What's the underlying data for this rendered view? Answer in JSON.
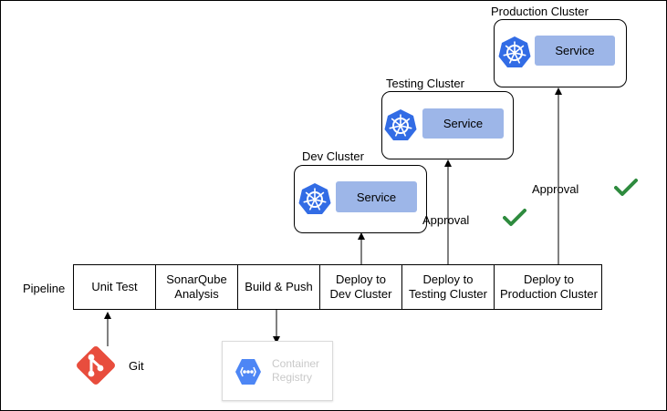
{
  "pipeline": {
    "label": "Pipeline",
    "stages": [
      {
        "label": "Unit Test"
      },
      {
        "label": "SonarQube\nAnalysis"
      },
      {
        "label": "Build & Push"
      },
      {
        "label": "Deploy to\nDev Cluster"
      },
      {
        "label": "Deploy to\nTesting Cluster"
      },
      {
        "label": "Deploy to\nProduction Cluster"
      }
    ]
  },
  "clusters": {
    "dev": {
      "title": "Dev Cluster",
      "service": "Service"
    },
    "testing": {
      "title": "Testing Cluster",
      "service": "Service"
    },
    "production": {
      "title": "Production Cluster",
      "service": "Service"
    }
  },
  "approvals": {
    "testing": "Approval",
    "production": "Approval"
  },
  "source": {
    "label": "Git"
  },
  "registry": {
    "label": "Container\nRegistry"
  },
  "icons": {
    "cluster": "kubernetes-icon",
    "approval": "checkmark-icon",
    "source": "git-icon",
    "registry": "container-registry-icon"
  },
  "colors": {
    "kubernetes": "#326ce5",
    "service": "#9db6e8",
    "check": "#2e8b3e",
    "git": "#e84d3d",
    "registry_icon": "#4d86f5",
    "registry_text": "#c9c9c9"
  }
}
